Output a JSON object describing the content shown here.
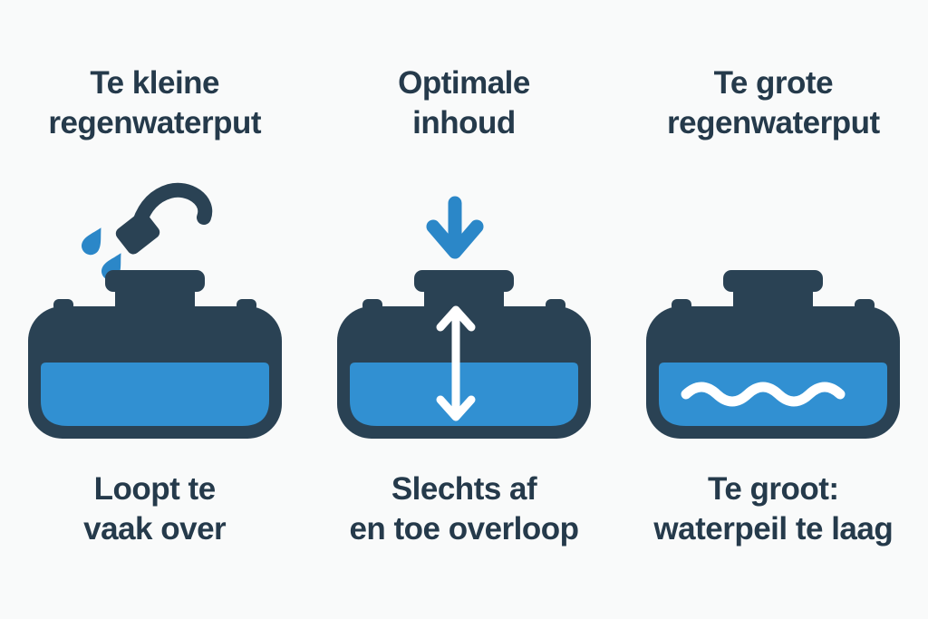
{
  "background": "#f9fafa",
  "colors": {
    "tank_dark": "#2a4254",
    "water_blue": "#3190d2",
    "accent_blue": "#2b87c8",
    "text": "#253a4b",
    "white": "#ffffff"
  },
  "panels": [
    {
      "id": "too-small-tank",
      "title": "Te kleine\nregenwaterput",
      "caption": "Loopt te\nvaak over",
      "icon": "overflowing-tank-with-shower-spout-and-drops"
    },
    {
      "id": "optimal-tank",
      "title": "Optimale\ninhoud",
      "caption": "Slechts af\nen toe overloop",
      "icon": "tank-with-inflow-arrow-and-level-range-arrow"
    },
    {
      "id": "too-large-tank",
      "title": "Te grote\nregenwaterput",
      "caption": "Te groot:\nwaterpeil te laag",
      "icon": "tank-with-low-water-wave"
    }
  ]
}
